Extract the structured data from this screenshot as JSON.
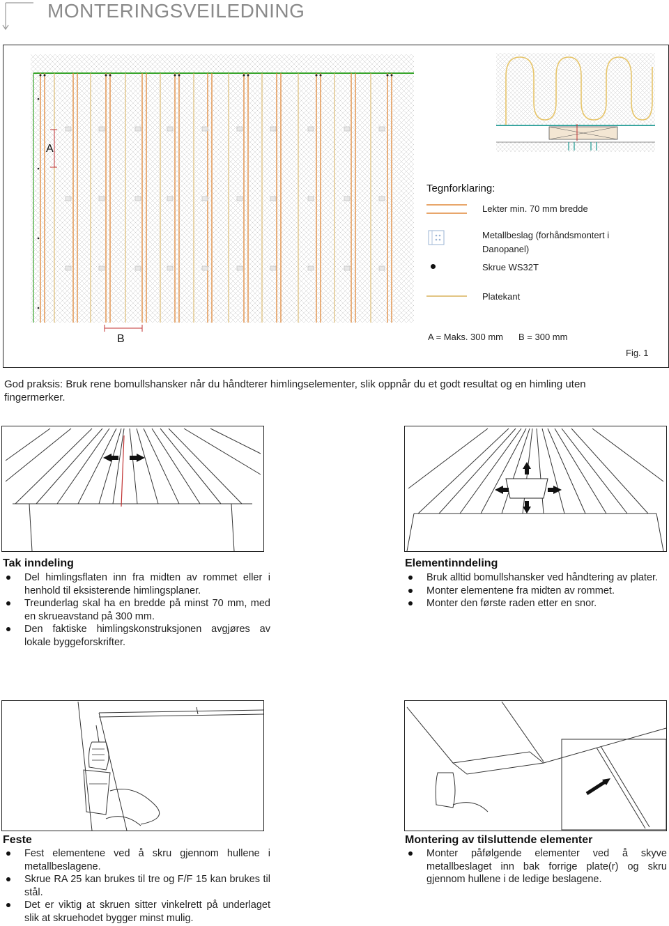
{
  "header": {
    "title": "MONTERINGSVEILEDNING"
  },
  "figure1": {
    "label_a": "A",
    "label_b": "B",
    "legend_title": "Tegnforklaring:",
    "legend": [
      {
        "key": "lekter",
        "text": "Lekter min. 70 mm bredde"
      },
      {
        "key": "beslag",
        "text": "Metallbeslag (forhåndsmontert i Danopanel)"
      },
      {
        "key": "skrue",
        "text": "Skrue WS32T"
      },
      {
        "key": "platekant",
        "text": "Platekant"
      }
    ],
    "dimensions": {
      "a": "A = Maks. 300 mm",
      "b": "B = 300 mm"
    },
    "caption": "Fig. 1",
    "colors": {
      "lekter": "#e0883a",
      "platekant": "#d9b25a",
      "green": "#38a52c",
      "teal": "#3aa6a0",
      "spring": "#e7c56a"
    }
  },
  "good_practice": "God praksis: Bruk rene bomullshansker når du håndterer himlingselementer, slik oppnår du et godt resultat og en himling uten fingermerker.",
  "sections": {
    "tak": {
      "title": "Tak inndeling",
      "items": [
        "Del himlingsflaten inn fra midten av rommet eller i henhold til eksisterende himlingsplaner.",
        "Treunderlag skal ha en bredde på minst 70 mm, med en skrueavstand på 300 mm.",
        "Den faktiske himlingskonstruksjonen avgjøres av lokale byggeforskrifter."
      ]
    },
    "element": {
      "title": "Elementinndeling",
      "items": [
        "Bruk alltid bomullshansker ved håndtering av plater.",
        "Monter elementene fra midten av rommet.",
        "Monter den første raden etter en snor."
      ]
    },
    "feste": {
      "title": "Feste",
      "items": [
        "Fest elementene ved å skru gjennom hullene i metallbeslagene.",
        "Skrue RA 25 kan brukes til tre og F/F 15 kan brukes til stål.",
        "Det er viktig at skruen sitter vinkelrett på underlaget slik at skruehodet bygger minst mulig."
      ]
    },
    "montering": {
      "title": "Montering av tilsluttende elementer",
      "items": [
        "Monter påfølgende elementer ved å skyve metallbeslaget inn bak forrige plate(r) og skru gjennom hullene i de ledige beslagene."
      ]
    }
  }
}
